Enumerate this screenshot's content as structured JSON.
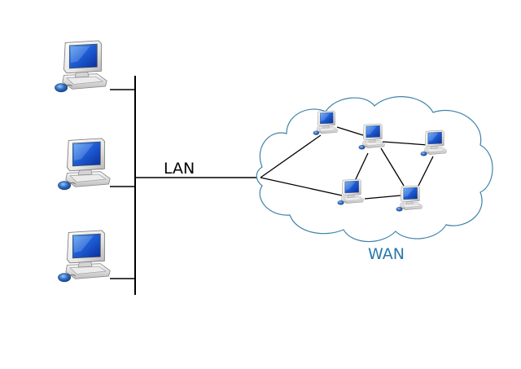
{
  "labels": {
    "lan": "LAN",
    "wan": "WAN"
  },
  "colors": {
    "background": "#ffffff",
    "line": "#000000",
    "cloud_stroke": "#3f83a8",
    "wan_text": "#2a79a8",
    "screen_blue": "#1246c8",
    "screen_highlight": "#5aa6f0",
    "case_light": "#f4f4f4",
    "case_shadow": "#a6a6a6",
    "mouse_blue": "#2763b8"
  },
  "icons": {
    "computer": "desktop-computer-icon",
    "cloud": "cloud-icon"
  },
  "lan_computers": [
    {
      "id": "lan-pc-1"
    },
    {
      "id": "lan-pc-2"
    },
    {
      "id": "lan-pc-3"
    }
  ],
  "wan_computers": [
    {
      "id": "wan-pc-1"
    },
    {
      "id": "wan-pc-2"
    },
    {
      "id": "wan-pc-3"
    },
    {
      "id": "wan-pc-4"
    },
    {
      "id": "wan-pc-5"
    }
  ],
  "wan_links": [
    [
      "wan-pc-1",
      "wan-pc-2"
    ],
    [
      "wan-pc-2",
      "wan-pc-3"
    ],
    [
      "wan-pc-2",
      "wan-pc-4"
    ],
    [
      "wan-pc-2",
      "wan-pc-5"
    ],
    [
      "wan-pc-4",
      "wan-pc-5"
    ],
    [
      "wan-pc-3",
      "wan-pc-5"
    ]
  ]
}
